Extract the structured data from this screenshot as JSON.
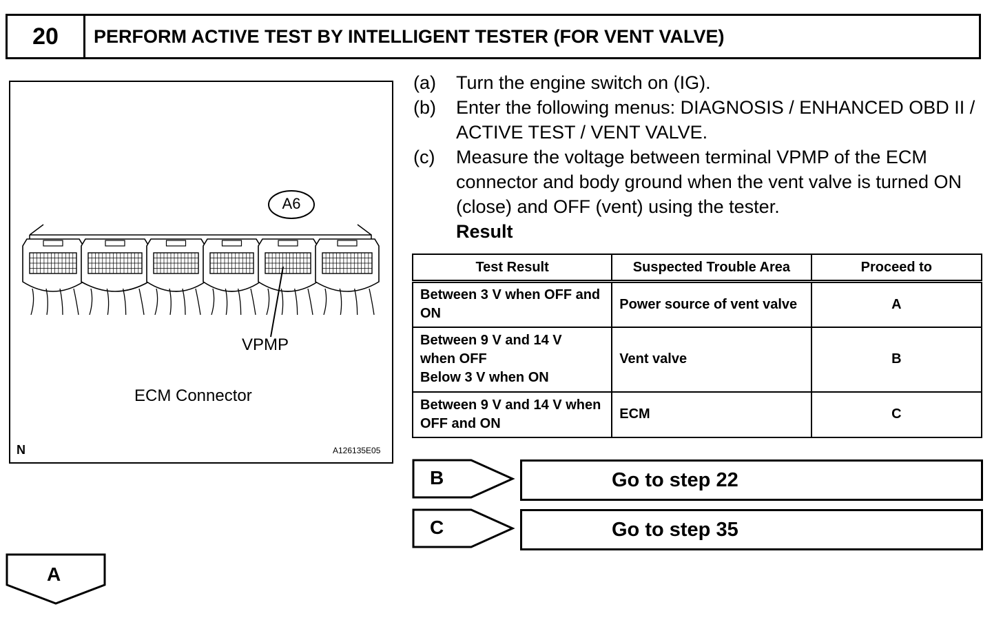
{
  "step": {
    "number": "20",
    "title": "PERFORM ACTIVE TEST BY INTELLIGENT TESTER (FOR VENT VALVE)"
  },
  "figure": {
    "connector_label": "A6",
    "terminal_label": "VPMP",
    "caption": "ECM Connector",
    "corner_mark": "N",
    "figure_id": "A126135E05"
  },
  "instructions": [
    {
      "key": "(a)",
      "text": "Turn the engine switch on (IG)."
    },
    {
      "key": "(b)",
      "text": "Enter the following menus: DIAGNOSIS / ENHANCED OBD II / ACTIVE TEST / VENT VALVE."
    },
    {
      "key": "(c)",
      "text": "Measure the voltage between terminal VPMP of the ECM connector and body ground when the vent valve is turned ON (close) and OFF (vent) using the tester."
    }
  ],
  "result_heading": "Result",
  "result_table": {
    "headers": [
      "Test Result",
      "Suspected Trouble Area",
      "Proceed to"
    ],
    "rows": [
      {
        "test": "Between 3 V when OFF and ON",
        "area": "Power source of vent valve",
        "proceed": "A"
      },
      {
        "test_lines": [
          "Between 9 V and 14 V",
          "when OFF",
          "Below 3 V when ON"
        ],
        "area": "Vent valve",
        "proceed": "B"
      },
      {
        "test": "Between 9 V and 14 V when OFF and ON",
        "area": "ECM",
        "proceed": "C"
      }
    ]
  },
  "goto": [
    {
      "badge": "B",
      "text": "Go to step 22"
    },
    {
      "badge": "C",
      "text": "Go to step 35"
    }
  ],
  "continue_badge": "A"
}
